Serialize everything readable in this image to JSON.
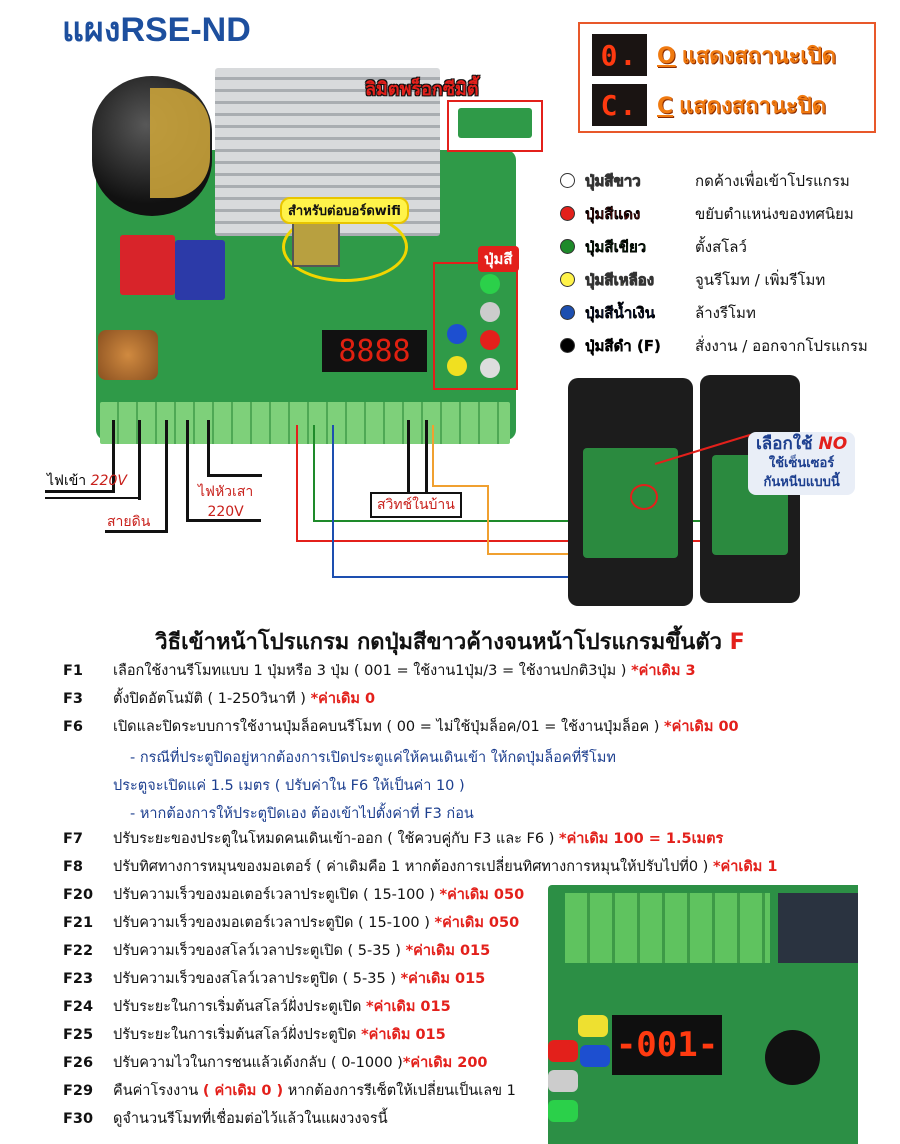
{
  "title": "แผงRSE-ND",
  "status_panel": {
    "rows": [
      {
        "display": "0.",
        "letter": "O",
        "text": "แสดงสถานะเปิด"
      },
      {
        "display": "C.",
        "letter": "C",
        "text": "แสดงสถานะปิด"
      }
    ]
  },
  "board": {
    "limit_label": "ลิมิตพร็อกซีมิตี้",
    "wifi_label": "สำหรับต่อบอร์ดwifi",
    "buttons_label": "ปุ่มสี",
    "display_text": "8888",
    "power_in_label": "ไฟเข้า",
    "power_in_voltage": "220V",
    "ground_label": "สายดิน",
    "lamp_label": "ไฟหัวเสา",
    "lamp_voltage": "220V",
    "home_switch_label": "สวิทช์ในบ้าน"
  },
  "legend": [
    {
      "name": "ปุ่มสีขาว",
      "desc": "กดค้างเพื่อเข้าโปรแกรม",
      "color": "#ffffff",
      "text_color": "#ffffff"
    },
    {
      "name": "ปุ่มสีแดง",
      "desc": "ขยับตำแหน่งของทศนิยม",
      "color": "#e3201b",
      "text_color": "#e3201b"
    },
    {
      "name": "ปุ่มสีเขียว",
      "desc": "ตั้งสโลว์",
      "color": "#1e8a2a",
      "text_color": "#1e6a22"
    },
    {
      "name": "ปุ่มสีเหลือง",
      "desc": "จูนรีโมท / เพิ่มรีโมท",
      "color": "#fff34a",
      "text_color": "#fff34a"
    },
    {
      "name": "ปุ่มสีน้ำเงิน",
      "desc": "ล้างรีโมท",
      "color": "#1d4fb0",
      "text_color": "#1d3f9f"
    },
    {
      "name": "ปุ่มสีดำ (F)",
      "desc": "สั่งงาน / ออกจากโปรแกรม",
      "color": "#000000",
      "text_color": "#000000"
    }
  ],
  "sensor_callout": {
    "line1": "เลือกใช้",
    "line1_em": "NO",
    "line2": "ใช้เซ็นเซอร์",
    "line3": "กันหนีบแบบนี้"
  },
  "instructions": {
    "heading": "วิธีเข้าหน้าโปรแกรม กดปุ่มสีขาวค้างจนหน้าโปรแกรมขึ้นตัว",
    "heading_em": "F",
    "rows": [
      {
        "code": "F1",
        "text": "เลือกใช้งานรีโมทแบบ 1 ปุ่มหรือ 3 ปุ่ม ( 001 = ใช้งาน1ปุ่ม/3 = ใช้งานปกติ3ปุ่ม ) ",
        "default": "*ค่าเดิม 3"
      },
      {
        "code": "F3",
        "text": "ตั้งปิดอัตโนมัติ ( 1-250วินาที ) ",
        "default": "*ค่าเดิม 0"
      },
      {
        "code": "F6",
        "text": "เปิดและปิดระบบการใช้งานปุ่มล็อคบนรีโมท ( 00 = ไม่ใช้ปุ่มล็อค/01 = ใช้งานปุ่มล็อค ) ",
        "default": "*ค่าเดิม 00"
      },
      {
        "code": "F7",
        "text": "ปรับระยะของประตูในโหมดคนเดินเข้า-ออก ( ใช้ควบคู่กับ F3 และ F6 ) ",
        "default": "*ค่าเดิม 100 = 1.5เมตร"
      },
      {
        "code": "F8",
        "text": "ปรับทิศทางการหมุนของมอเตอร์ ( ค่าเดิมคือ 1 หากต้องการเปลี่ยนทิศทางการหมุนให้ปรับไปที่0 ) ",
        "default": "*ค่าเดิม 1"
      },
      {
        "code": "F20",
        "text": "ปรับความเร็วของมอเตอร์เวลาประตูเปิด ( 15-100 ) ",
        "default": "*ค่าเดิม 050"
      },
      {
        "code": "F21",
        "text": "ปรับความเร็วของมอเตอร์เวลาประตูปิด ( 15-100 ) ",
        "default": "*ค่าเดิม 050"
      },
      {
        "code": "F22",
        "text": "ปรับความเร็วของสโลว์เวลาประตูเปิด ( 5-35 ) ",
        "default": "*ค่าเดิม 015"
      },
      {
        "code": "F23",
        "text": "ปรับความเร็วของสโลว์เวลาประตูปิด ( 5-35 ) ",
        "default": "*ค่าเดิม 015"
      },
      {
        "code": "F24",
        "text": "ปรับระยะในการเริ่มต้นสโลว์ฝั่งประตูเปิด ",
        "default": "*ค่าเดิม 015"
      },
      {
        "code": "F25",
        "text": "ปรับระยะในการเริ่มต้นสโลว์ฝั่งประตูปิด ",
        "default": "*ค่าเดิม 015"
      },
      {
        "code": "F26",
        "text": "ปรับความไวในการชนแล้วเด้งกลับ ( 0-1000 )",
        "default": "*ค่าเดิม 200"
      },
      {
        "code": "F29",
        "text": "คืนค่าโรงงาน ",
        "default": "( ค่าเดิม 0 )",
        "text_after": " หากต้องการรีเซ็ตให้เปลี่ยนเป็นเลข 1"
      },
      {
        "code": "F30",
        "text": "ดูจำนวนรีโมทที่เชื่อมต่อไว้แล้วในแผงวงจรนี้"
      }
    ],
    "f6_notes": [
      "- กรณีที่ประตูปิดอยู่หากต้องการเปิดประตูแค่ให้คนเดินเข้า ให้กดปุ่มล็อคที่รีโมท",
      "ประตูจะเปิดแค่ 1.5 เมตร ( ปรับค่าใน F6 ให้เป็นค่า 10 )",
      "- หากต้องการให้ประตูปิดเอง ต้องเข้าไปตั้งค่าที่ F3 ก่อน"
    ]
  },
  "photo2": {
    "display_text": "-001-"
  }
}
